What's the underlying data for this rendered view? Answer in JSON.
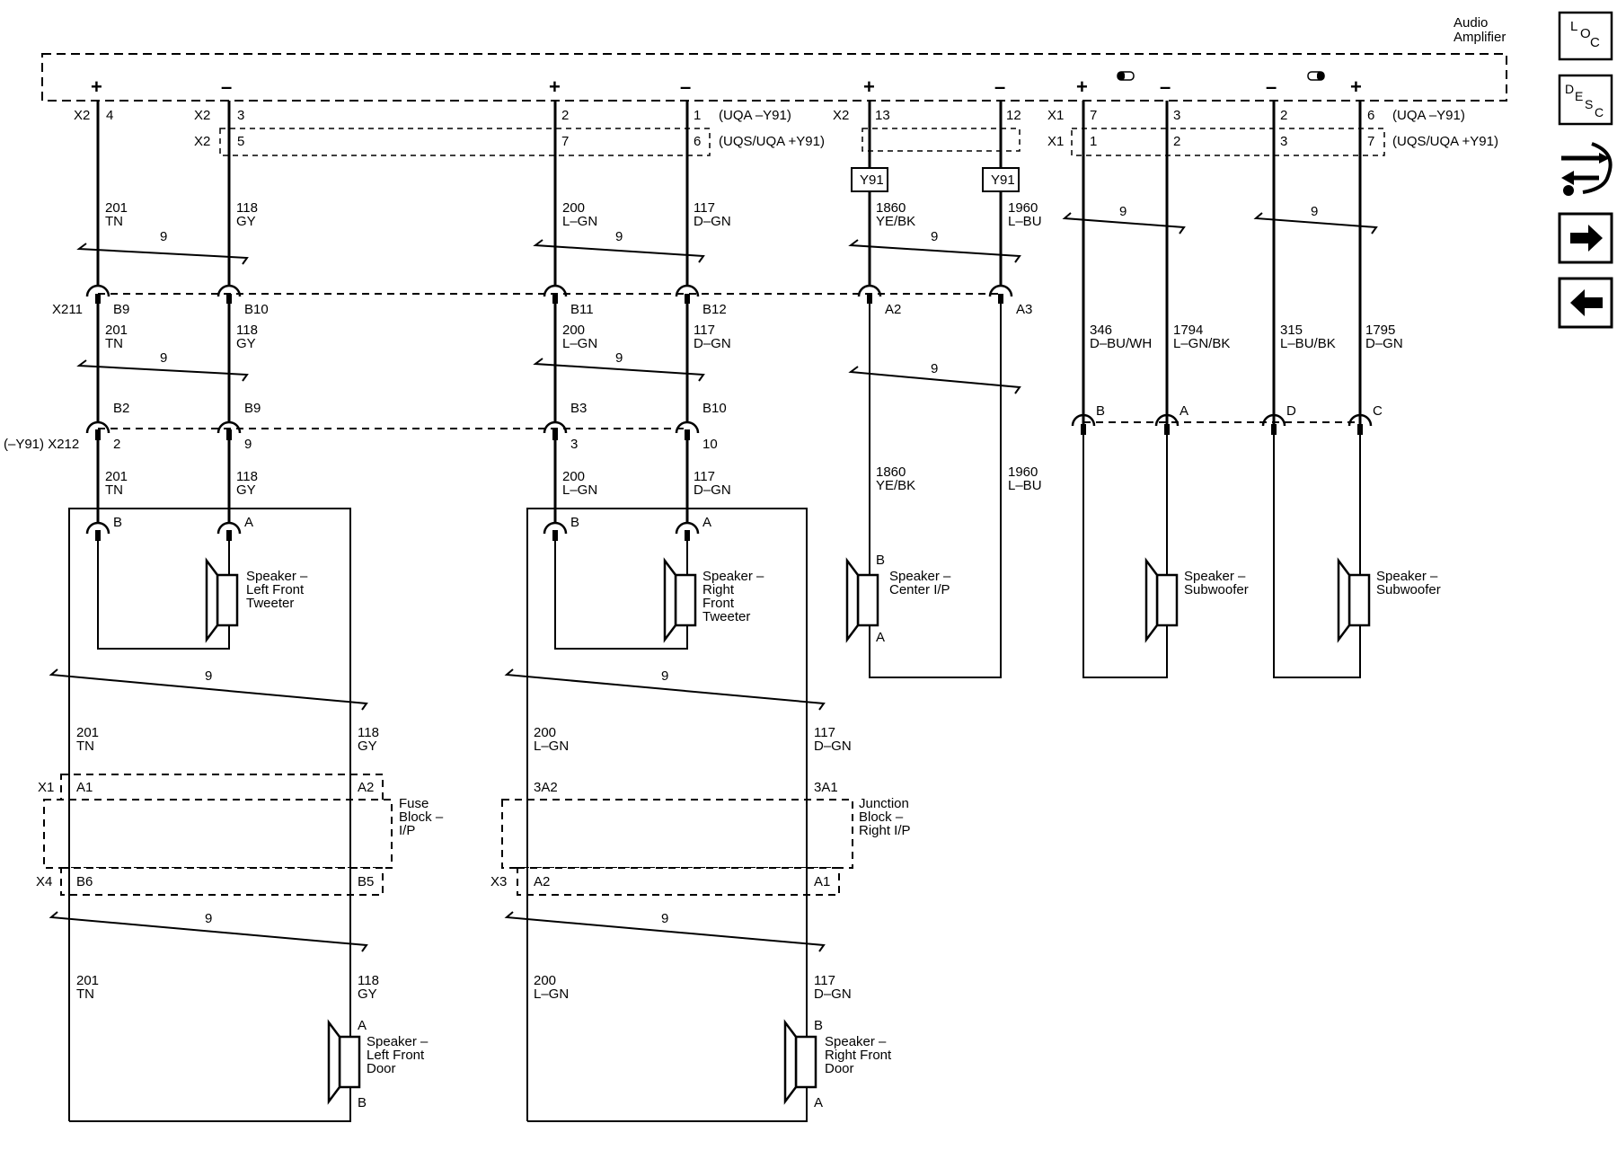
{
  "amplifier": {
    "label_line1": "Audio",
    "label_line2": "Amplifier"
  },
  "option_notes": {
    "uqa_minus": "(UQA –Y91)",
    "uqs_plus": "(UQS/UQA +Y91)"
  },
  "connectors": {
    "x2": "X2",
    "x1": "X1",
    "x211": "X211",
    "x212": "(–Y91) X212",
    "fuse_x1": "X1",
    "fuse_x4": "X4",
    "jb_x3": "X3"
  },
  "option_boxes": {
    "y91_a": "Y91",
    "y91_b": "Y91"
  },
  "twist": {
    "count": "9"
  },
  "circuits": {
    "c201": {
      "num": "201",
      "color": "TN"
    },
    "c118": {
      "num": "118",
      "color": "GY"
    },
    "c200": {
      "num": "200",
      "color": "L–GN"
    },
    "c117": {
      "num": "117",
      "color": "D–GN"
    },
    "c1860": {
      "num": "1860",
      "color": "YE/BK"
    },
    "c1960": {
      "num": "1960",
      "color": "L–BU"
    },
    "c346": {
      "num": "346",
      "color": "D–BU/WH"
    },
    "c1794": {
      "num": "1794",
      "color": "L–GN/BK"
    },
    "c315": {
      "num": "315",
      "color": "L–BU/BK"
    },
    "c1795": {
      "num": "1795",
      "color": "D–GN"
    }
  },
  "pins": {
    "amp_row1": [
      "4",
      "3",
      "2",
      "1",
      "13",
      "12",
      "7",
      "3",
      "2",
      "6"
    ],
    "amp_row2": [
      "5",
      "7",
      "6",
      "1",
      "2",
      "3",
      "7"
    ],
    "x211": [
      "B9",
      "B10",
      "B11",
      "B12",
      "A2",
      "A3"
    ],
    "inline_upper": [
      "B2",
      "B9",
      "B3",
      "B10"
    ],
    "x212": [
      "2",
      "9",
      "3",
      "10"
    ],
    "sub": [
      "B",
      "A",
      "D",
      "C"
    ],
    "tweeter_left": [
      "B",
      "A"
    ],
    "tweeter_right": [
      "B",
      "A"
    ],
    "center": [
      "B",
      "A"
    ],
    "fuse_block": [
      "A1",
      "A2",
      "B6",
      "B5"
    ],
    "junction_block": [
      "3A2",
      "3A1",
      "A2",
      "A1"
    ],
    "door_left": [
      "A",
      "B"
    ],
    "door_right": [
      "B",
      "A"
    ]
  },
  "components": {
    "speaker_lf_tweeter": [
      "Speaker –",
      "Left Front",
      "Tweeter"
    ],
    "speaker_rf_tweeter": [
      "Speaker –",
      "Right",
      "Front",
      "Tweeter"
    ],
    "speaker_center": [
      "Speaker –",
      "Center I/P"
    ],
    "speaker_sub1": [
      "Speaker –",
      "Subwoofer"
    ],
    "speaker_sub2": [
      "Speaker –",
      "Subwoofer"
    ],
    "speaker_lf_door": [
      "Speaker –",
      "Left Front",
      "Door"
    ],
    "speaker_rf_door": [
      "Speaker –",
      "Right Front",
      "Door"
    ],
    "fuse_block": [
      "Fuse",
      "Block –",
      "I/P"
    ],
    "junction_block": [
      "Junction",
      "Block –",
      "Right I/P"
    ]
  },
  "polarity": {
    "plus": "+",
    "minus": "–"
  },
  "nav": {
    "loc": {
      "l": "L",
      "o": "O",
      "c": "C"
    },
    "desc": {
      "d": "D",
      "e": "E",
      "s": "S",
      "c": "C"
    },
    "icons": [
      "connector-swap-icon",
      "arrow-right-icon",
      "arrow-left-icon"
    ]
  }
}
